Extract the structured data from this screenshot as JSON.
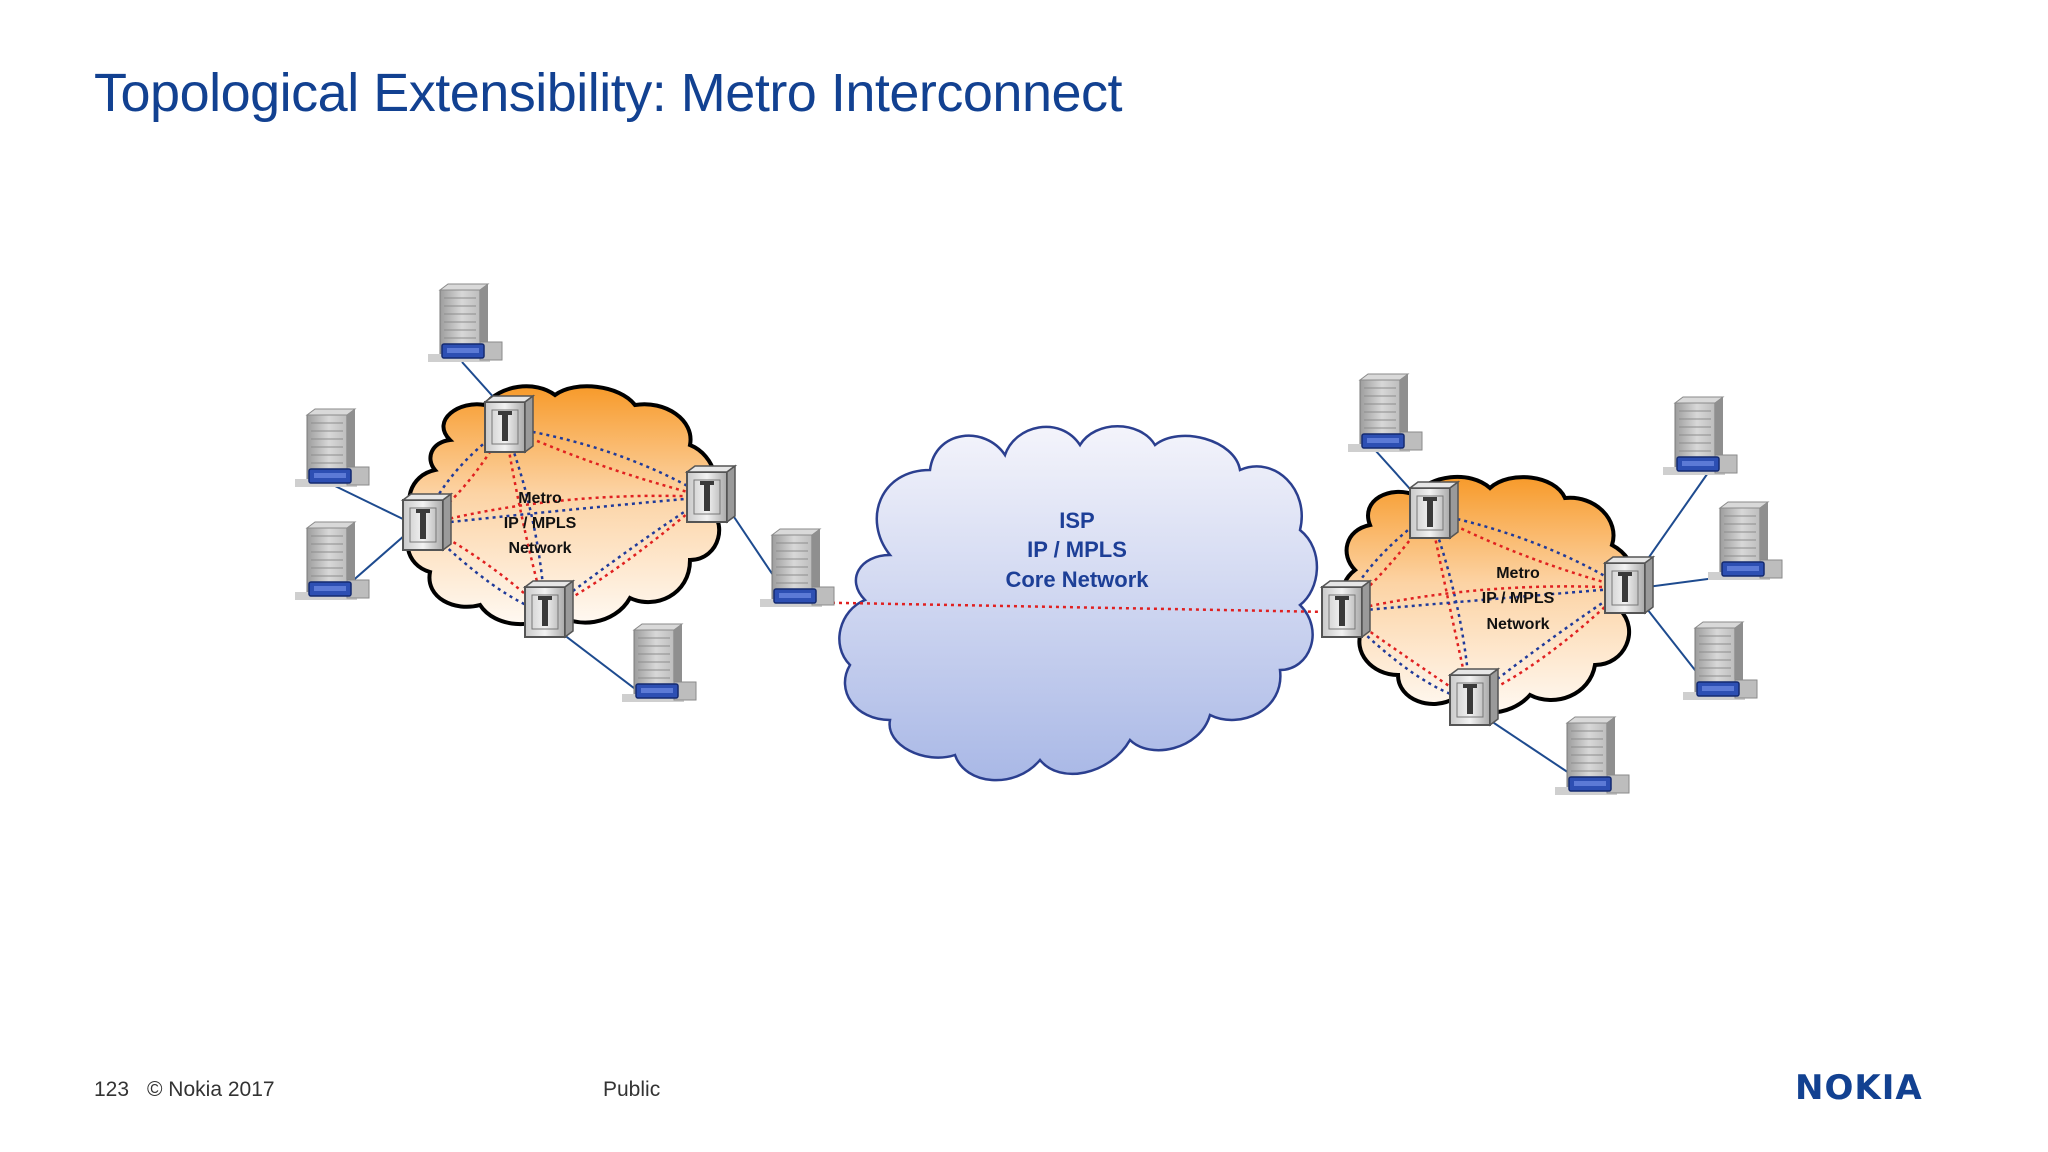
{
  "slide": {
    "title": "Topological Extensibility: Metro Interconnect"
  },
  "diagram": {
    "core_cloud": {
      "line1": "ISP",
      "line2": "IP / MPLS",
      "line3": "Core Network"
    },
    "left_metro": {
      "line1": "Metro",
      "line2": "IP / MPLS",
      "line3": "Network"
    },
    "right_metro": {
      "line1": "Metro",
      "line2": "IP / MPLS",
      "line3": "Network"
    },
    "colors": {
      "core_fill_top": "#f4f4fb",
      "core_fill_bottom": "#a9b8e6",
      "core_stroke": "#2b3f8f",
      "metro_fill_top": "#f79a2a",
      "metro_fill_bottom": "#fff9f2",
      "link_red": "#e02020",
      "link_blue": "#1f3a9a",
      "access_line": "#1e4b8f"
    }
  },
  "footer": {
    "page_number": "123",
    "copyright": "© Nokia 2017",
    "classification": "Public",
    "logo": "NOKIA"
  }
}
